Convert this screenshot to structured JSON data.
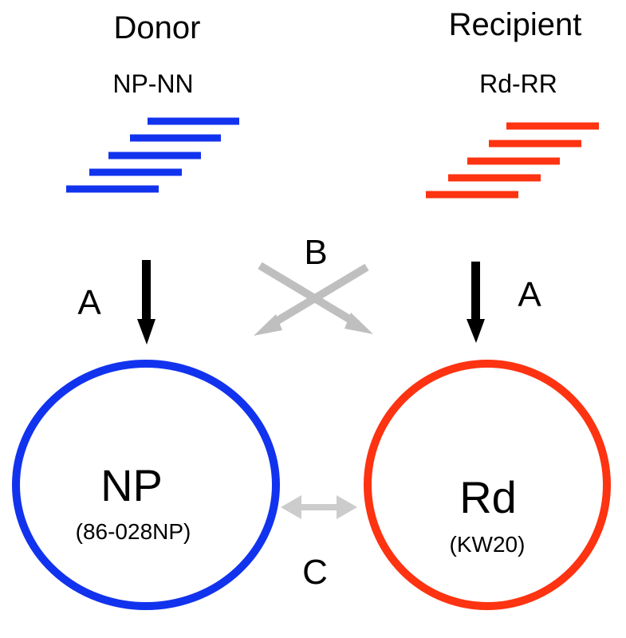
{
  "donor": {
    "heading": "Donor",
    "sublabel": "NP-NN",
    "color": "#1233ee"
  },
  "recipient": {
    "heading": "Recipient",
    "sublabel": "Rd-RR",
    "color": "#fd3311"
  },
  "arrows": {
    "a_label_left": "A",
    "a_label_right": "A",
    "b_label": "B",
    "c_label": "C",
    "a_color": "#000000",
    "gray_color": "#bfbfbf",
    "light_gray_color": "#cccccc"
  },
  "np_circle": {
    "name": "NP",
    "strain": "(86-028NP)"
  },
  "rd_circle": {
    "name": "Rd",
    "strain": "(KW20)"
  }
}
